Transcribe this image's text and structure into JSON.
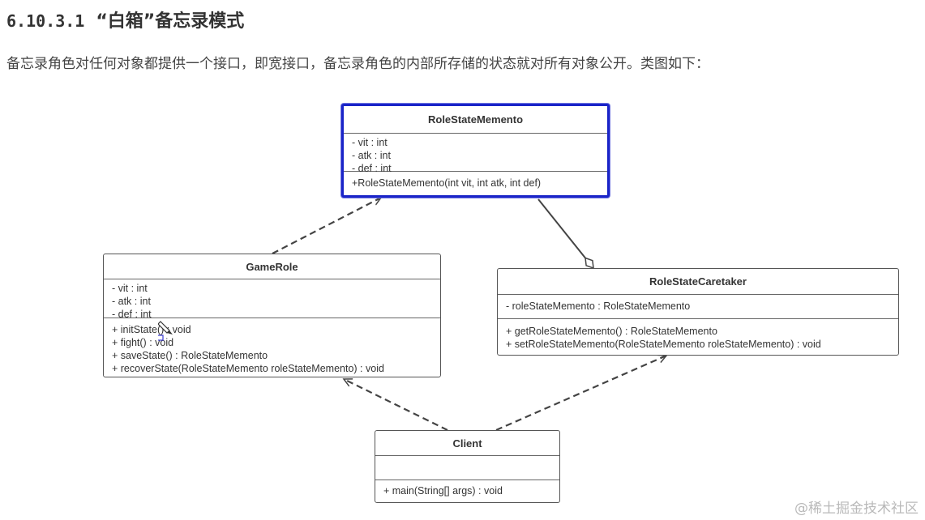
{
  "heading": {
    "number": "6.10.3.1",
    "title": "“白箱”备忘录模式"
  },
  "paragraph": "备忘录角色对任何对象都提供一个接口，即宽接口，备忘录角色的内部所存储的状态就对所有对象公开。类图如下：",
  "diagram": {
    "classes": {
      "memento": {
        "name": "RoleStateMemento",
        "attributes": [
          "- vit : int",
          "- atk : int",
          "- def : int"
        ],
        "methods": [
          "+RoleStateMemento(int vit, int atk, int def)"
        ]
      },
      "gamerole": {
        "name": "GameRole",
        "attributes": [
          "- vit : int",
          "- atk : int",
          "- def : int"
        ],
        "methods": [
          "+ initState() : void",
          "+ fight() : void",
          "+ saveState() : RoleStateMemento",
          "+ recoverState(RoleStateMemento roleStateMemento) : void"
        ]
      },
      "caretaker": {
        "name": "RoleStateCaretaker",
        "attributes": [
          "- roleStateMemento : RoleStateMemento"
        ],
        "methods": [
          "+ getRoleStateMemento() : RoleStateMemento",
          "+ setRoleStateMemento(RoleStateMemento roleStateMemento) : void"
        ]
      },
      "client": {
        "name": "Client",
        "attributes": [],
        "methods": [
          "+ main(String[] args) : void"
        ]
      }
    },
    "relations": [
      {
        "from": "GameRole",
        "to": "RoleStateMemento",
        "kind": "dependency"
      },
      {
        "from": "RoleStateCaretaker",
        "to": "RoleStateMemento",
        "kind": "aggregation"
      },
      {
        "from": "Client",
        "to": "GameRole",
        "kind": "dependency"
      },
      {
        "from": "Client",
        "to": "RoleStateCaretaker",
        "kind": "dependency"
      }
    ],
    "selection_color": "#1a24c8"
  },
  "watermark": "@稀土掘金技术社区"
}
